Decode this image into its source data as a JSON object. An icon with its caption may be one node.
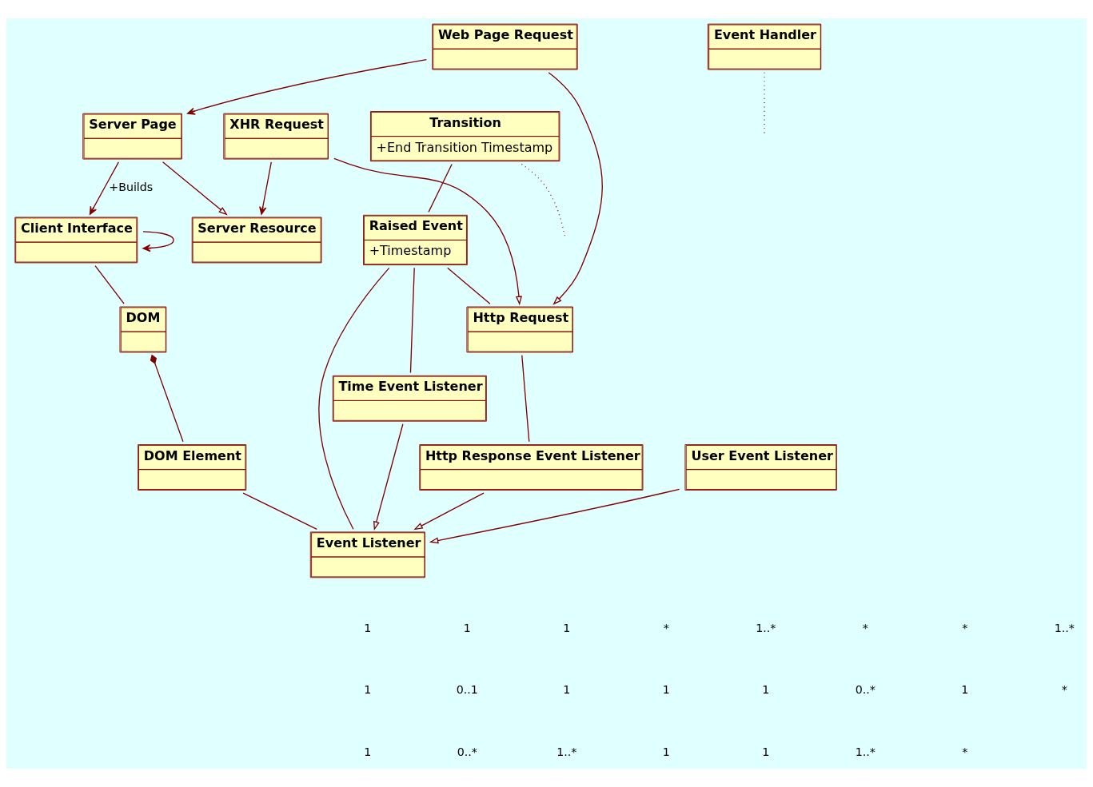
{
  "diagram": {
    "nodes": [
      {
        "text": [
          "Server Page"
        ]
      },
      {
        "text": [
          "Server Resource"
        ]
      },
      {
        "text": [
          "Client Interface"
        ]
      },
      {
        "text": [
          "Transition",
          "+End Transition Timestamp"
        ]
      },
      {
        "text": [
          "Web Page Request"
        ]
      },
      {
        "text": [
          "XHR Request"
        ]
      },
      {
        "text": [
          "DOM"
        ]
      },
      {
        "text": [
          "Raised Event",
          "+Timestamp"
        ]
      },
      {
        "text": [
          "Http Request"
        ]
      },
      {
        "text": [
          "Time Event Listener"
        ]
      },
      {
        "text": [
          "DOM Element"
        ]
      },
      {
        "text": [
          "Event Listener"
        ]
      },
      {
        "text": [
          "Http Response Event Listener"
        ]
      },
      {
        "text": [
          "Event Handler"
        ]
      },
      {
        "text": [
          "User Event Listener"
        ]
      }
    ],
    "edges": [
      {
        "from": 0,
        "to": 2,
        "arrow": "to",
        "label": "+Builds"
      },
      {
        "from": 0,
        "to": 1,
        "arrow": "to"
      },
      {
        "from": 2,
        "to": 2,
        "arrow": "to"
      },
      {
        "from": 3,
        "to": null,
        "arrow": "none",
        "style": "dashed"
      },
      {
        "from": 4,
        "to": 0,
        "arrow": "to"
      },
      {
        "from": 5,
        "to": 1,
        "arrow": "to"
      },
      {
        "from": 2,
        "to": 6,
        "arrow": "none"
      },
      {
        "from": 3,
        "to": 7,
        "arrow": "none"
      },
      {
        "from": 4,
        "to": 8,
        "arrow": "to"
      },
      {
        "from": 5,
        "to": 8,
        "arrow": "to"
      },
      {
        "from": 7,
        "to": 8,
        "arrow": "none"
      },
      {
        "from": 6,
        "to": 10,
        "arrow": "other"
      },
      {
        "from": 7,
        "to": 9,
        "arrow": "none"
      },
      {
        "from": 7,
        "to": 11,
        "arrow": "none"
      },
      {
        "from": 9,
        "to": 11,
        "arrow": "to"
      },
      {
        "from": 8,
        "to": 12,
        "arrow": "none"
      },
      {
        "from": 12,
        "to": 11,
        "arrow": "to"
      },
      {
        "from": 14,
        "to": 11,
        "arrow": "to"
      },
      {
        "from": 10,
        "to": 11,
        "arrow": "none"
      },
      {
        "from": 13,
        "to": null,
        "arrow": "none",
        "style": "dashed"
      }
    ],
    "labels": [
      "1",
      "1",
      "1",
      "*",
      "1..*",
      "*",
      "*",
      "1..*",
      "1",
      "0..1",
      "1",
      "1",
      "1",
      "0..*",
      "1",
      "*",
      "1",
      "0..*",
      "1..*",
      "1",
      "1",
      "1..*",
      "*"
    ]
  }
}
